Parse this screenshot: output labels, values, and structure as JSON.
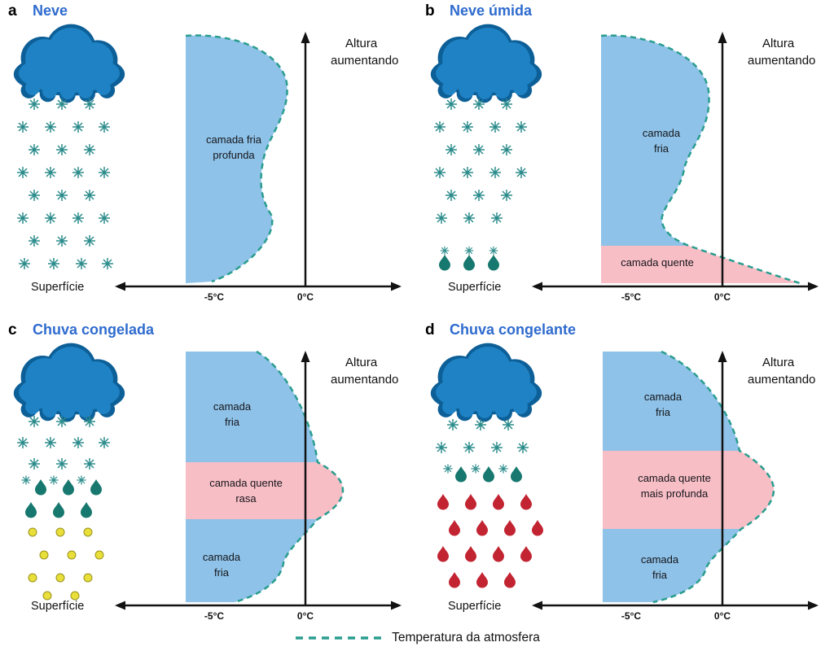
{
  "colors": {
    "title": "#2e6bce",
    "cloud": "#1e82c4",
    "cloud_stroke": "#0d5f97",
    "flake": "#2d8c8c",
    "drop_teal": "#16786e",
    "drop_red": "#c22432",
    "drop_yellow": "#e8df3a",
    "drop_yellow_stroke": "#9a921c",
    "cold_fill": "#8ec2e8",
    "warm_fill": "#f8bec6",
    "curve": "#2a9d8f",
    "axis": "#121212"
  },
  "axis": {
    "surface": "Superfície",
    "minus5": "-5°C",
    "zero": "0°C",
    "altura_line1": "Altura",
    "altura_line2": "aumentando"
  },
  "legend": {
    "label": "Temperatura da atmosfera"
  },
  "panels": {
    "a": {
      "letter": "a",
      "title": "Neve",
      "cold_line1": "camada fria",
      "cold_line2": "profunda"
    },
    "b": {
      "letter": "b",
      "title": "Neve úmida",
      "cold_line1": "camada",
      "cold_line2": "fria",
      "warm": "camada quente"
    },
    "c": {
      "letter": "c",
      "title": "Chuva congelada",
      "cold_top_line1": "camada",
      "cold_top_line2": "fria",
      "warm_line1": "camada quente",
      "warm_line2": "rasa",
      "cold_bottom_line1": "camada",
      "cold_bottom_line2": "fria"
    },
    "d": {
      "letter": "d",
      "title": "Chuva congelante",
      "cold_top_line1": "camada",
      "cold_top_line2": "fria",
      "warm_line1": "camada quente",
      "warm_line2": "mais profunda",
      "cold_bottom_line1": "camada",
      "cold_bottom_line2": "fria"
    }
  }
}
